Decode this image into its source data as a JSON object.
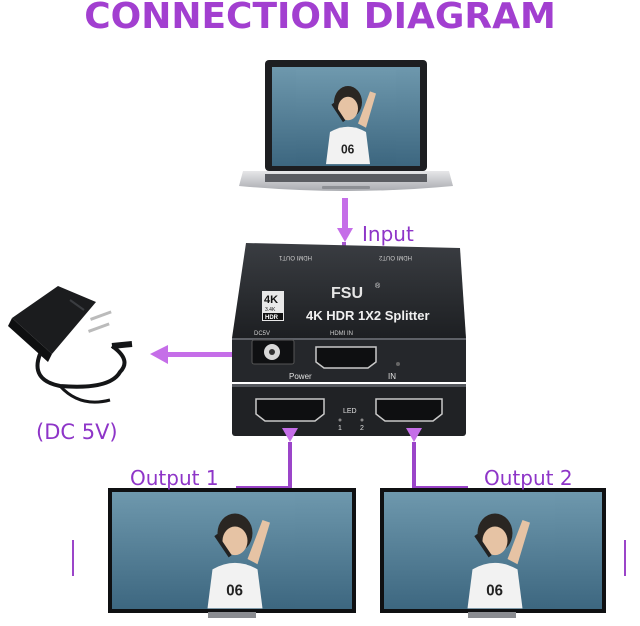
{
  "title": "CONNECTION DIAGRAM",
  "labels": {
    "input": "Input",
    "output1": "Output 1",
    "output2": "Output 2",
    "power_supply": "(DC 5V)"
  },
  "device": {
    "brand": "FSU",
    "registered_mark": "®",
    "model": "4K HDR 1X2 Splitter",
    "badge_top": "4K",
    "badge_mid": "3.4K",
    "badge_bottom": "HDR",
    "rear_port_1": "HDMI OUT1",
    "rear_port_2": "HDMI OUT2",
    "port_dc": "DC5V",
    "port_hdmi_in": "HDMI IN",
    "front_power": "Power",
    "front_in": "IN",
    "led_label": "LED",
    "led_1": "1",
    "led_2": "2"
  },
  "screen_content": {
    "shirt_number": "06"
  },
  "colors": {
    "accent": "#a23fd0",
    "arrow": "#c56ee8",
    "line": "#9b45c9",
    "device_body": "#2b2d31",
    "screen_bg": "#4f7e98"
  }
}
